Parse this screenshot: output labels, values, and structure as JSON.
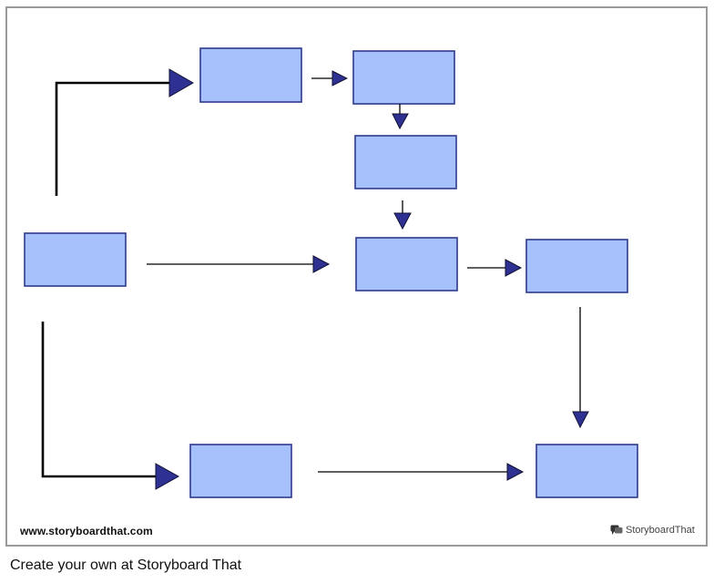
{
  "diagram": {
    "box_fill": "#a6c1fb",
    "box_stroke": "#2e3a8c",
    "arrow_color": "#2e3192",
    "line_color": "#000000",
    "boxes": [
      {
        "id": "top-left-box",
        "text": ""
      },
      {
        "id": "top-right-box",
        "text": ""
      },
      {
        "id": "upper-middle-box",
        "text": ""
      },
      {
        "id": "left-box",
        "text": ""
      },
      {
        "id": "center-box",
        "text": ""
      },
      {
        "id": "right-box",
        "text": ""
      },
      {
        "id": "bottom-left-box",
        "text": ""
      },
      {
        "id": "bottom-right-box",
        "text": ""
      }
    ]
  },
  "footer": {
    "url": "www.storyboardthat.com",
    "brand": "StoryboardThat",
    "brand_icon": "speech-bubble-icon"
  },
  "caption": "Create your own at Storyboard That"
}
